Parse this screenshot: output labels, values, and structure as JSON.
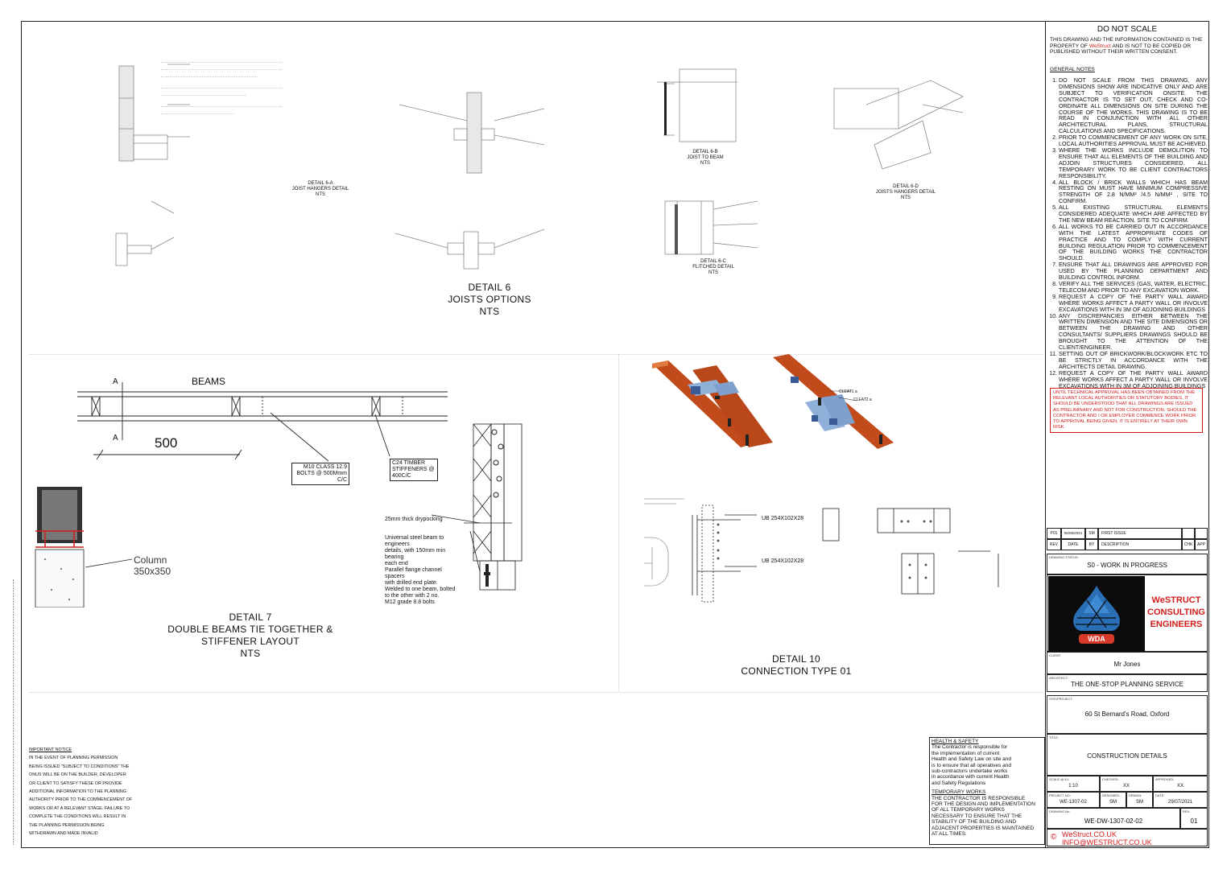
{
  "detail6": {
    "a_title": "DETAIL 6-A",
    "a_sub1": "JOIST HANGERS DETAIL",
    "a_sub2": "NTS",
    "b_title": "DETAIL 6-B",
    "b_sub1": "JOIST TO BEAM",
    "b_sub2": "NTS",
    "c_title": "DETAIL 6-C",
    "c_sub1": "FLITCHED DETAIL",
    "c_sub2": "NTS",
    "d_title": "DETAIL 6-D",
    "d_sub1": "JOISTS HANGERS DETAIL",
    "d_sub2": "NTS",
    "main_title": "DETAIL 6",
    "main_sub1": "JOISTS OPTIONS",
    "main_sub2": "NTS"
  },
  "detail7": {
    "beams_label": "BEAMS",
    "dim": "500",
    "section_a": "A",
    "bolts_note": [
      "M10 CLASS 12.9",
      "BOLTS @ 500Mmm",
      "C/C"
    ],
    "stiffener_note": [
      "C24 TIMBER",
      "STIFFENERS @",
      "400C/C"
    ],
    "column_label": [
      "Column",
      "350x350"
    ],
    "drypack_note": "25mm thick drypocking",
    "beam_note": [
      "Universal steel beam to",
      "engineers",
      "details, with 150mm min",
      "bearing",
      "each end",
      "Parallel flange channel",
      "spacers",
      "with drilled end plate.",
      "Welded to one beam, bolted",
      "to the other with 2 no.",
      "M12 grade 8.8 bolts"
    ],
    "title1": "DETAIL 7",
    "title2": "DOUBLE BEAMS TIE TOGETHER &",
    "title3": "STIFFENER LAYOUT",
    "title4": "NTS"
  },
  "detail10": {
    "cleat_a": "CLEAT1 a",
    "cleat_b": "CLEAT2 a",
    "ub1": "UB 254X102X28",
    "ub2": "UB 254X102X28",
    "title1": "DETAIL 10",
    "title2": "CONNECTION TYPE 01"
  },
  "notes": {
    "do_not_scale": "DO NOT SCALE",
    "property_lines": [
      "THIS DRAWING AND THE INFORMATION CONTAINED IS THE",
      "PROPERTY OF",
      "WeStruct",
      "AND IS NOT TO BE COPIED OR",
      "PUBLISHED WITHOUT THEIR WRITTEN CONSENT."
    ],
    "general_heading": "GENERAL NOTES",
    "general": [
      "DO NOT SCALE FROM THIS DRAWING, ANY DIMENSIONS SHOW ARE INDICATIVE ONLY AND ARE SUBJECT TO VERIFICATION ONSITE. THE CONTRACTOR IS TO SET OUT, CHECK AND CO-ORDINATE ALL DIMENSIONS ON SITE DURING THE COURSE OF THE WORKS. THIS DRAWING IS TO BE READ IN CONJUNCTION WITH ALL OTHER ARCHITECTURAL PLANS, STRUCTURAL CALCULATIONS AND SPECIFICATIONS.",
      "PRIOR TO COMMENCEMENT OF ANY WORK ON SITE, LOCAL AUTHORITIES APPROVAL MUST BE ACHIEVED.",
      "WHERE THE WORKS INCLUDE DEMOLITION TO ENSURE THAT ALL ELEMENTS OF THE BUILDING AND ADJOIN STRUCTURES CONSIDERED. ALL TEMPORARY WORK TO BE CLIENT CONTRACTORS RESPONSIBILITY.",
      "ALL BLOCK / BRICK WALLS WHICH HAS BEAM RESTING ON MUST HAVE MINIMUM COMPRESSIVE STRENGTH OF 2.8 N/MM² /4.5 N/MM² , SITE TO CONFIRM.",
      "ALL EXISTING STRUCTURAL ELEMENTS CONSIDERED ADEQUATE WHICH ARE AFFECTED BY THE NEW BEAM REACTION. SITE TO CONFIRM.",
      "ALL WORKS TO BE CARRIED OUT IN ACCORDANCE WITH THE LATEST APPROPRIATE CODES OF PRACTICE AND TO COMPLY WITH CURRENT BUILDING REGULATION PRIOR TO COMMENCEMENT OF THE BUILDING WORKS THE CONTRACTOR SHOULD.",
      "ENSURE THAT ALL DRAWINGS ARE APPROVED FOR USED BY THE PLANNING DEPARTMENT AND BUILDING CONTROL INFORM.",
      "VERIFY ALL THE SERVICES (GAS, WATER, ELECTRIC, TELECOM AND PRIOR TO ANY EXCAVATION WORK.",
      "REQUEST A COPY OF THE PARTY WALL AWARD WHERE WORKS AFFECT A PARTY WALL OR INVOLVE EXCAVATIONS WITH IN 3M OF ADJOINING BUILDINGS",
      "ANY DISCREPANCIES EITHER BETWEEN THE WRITTEN DIMENSION AND THE SITE DIMENSIONS OR BETWEEN THE DRAWING AND OTHER CONSULTANTS/ SUPPLIERS DRAWINGS SHOULD BE BROUGHT TO THE ATTENTION OF THE CLIENT/ENGINEER.",
      "SETTING OUT OF BRICKWORK/BLOCKWORK ETC TO BE STRICTLY IN ACCORDANCE WITH THE ARCHITECTS DETAIL DRAWING.",
      "REQUEST A COPY OF THE PARTY WALL AWARD WHERE WORKS AFFECT A PARTY WALL OR INVOLVE EXCAVATIONS WITH IN 3M OF ADJOINING BUILDINGS"
    ],
    "red_notice": "UNTIL TECHNICAL APPROVAL HAS BEEN OBTAINED FROM THE RELEVANT LOCAL AUTHORITIES OR STATUTORY BODIES, IT SHOULD BE UNDERSTOOD THAT ALL DRAWINGS ARE ISSUED AS PRELIMINARY AND NOT FOR CONSTRUCTION. SHOULD THE CONTRACTOR AND / OR EMPLOYER COMMENCE WORK PRIOR TO APPROVAL BEING GIVEN, IT IS ENTIRELY AT THEIR OWN RISK."
  },
  "revision": {
    "row": {
      "rev": "P01",
      "date": "06/08/2021",
      "by": "SM",
      "desc": "FIRST ISSUE"
    },
    "headers": {
      "rev": "REV",
      "date": "DATE",
      "by": "BY",
      "desc": "DESCRIPTION",
      "chk": "CHK",
      "app": "APP"
    }
  },
  "titleblock": {
    "status_label": "DRAWING STATUS:",
    "status": "S0 - WORK IN PROGRESS",
    "company": [
      "WeSTRUCT",
      "CONSULTING",
      "ENGINEERS"
    ],
    "logo_text": "WDA",
    "client_label": "CLIENT:",
    "client": "Mr Jones",
    "architect_label": "ARCHITECT:",
    "architect": "THE ONE-STOP PLANNING SERVICE",
    "project_label": "SITE/PROJECT:",
    "project": "60 St Bernard's Road, Oxford",
    "title_label": "TITLE:",
    "title": "CONSTRUCTION DETAILS",
    "scale_label": "SCALE @ A1:",
    "scale": "1:10",
    "checked_label": "CHECKED:",
    "checked": "XX",
    "approved_label": "APPROVED:",
    "approved": "XX",
    "project_no_label": "PROJECT NO:",
    "project_no": "WE-1307-02",
    "designed_label": "DESIGNED:",
    "designed": "SM",
    "drawn_label": "DRAWN:",
    "drawn": "SM",
    "date_label": "DATE:",
    "date": "29/07/2021",
    "drawing_no_label": "DRAWING No.",
    "drawing_no": "WE-DW-1307-02-02",
    "rev_label": "REV:",
    "rev": "01",
    "web": "WeStruct.CO.UK",
    "email": "INFO@WESTRUCT.CO.UK",
    "copyright": "©"
  },
  "health": {
    "heading": "HEALTH & SAFETY",
    "body": [
      "The Contractor is responsible for",
      "the implementation of current",
      "Health and Safety Law on site and",
      "is to ensure that all operatives and",
      "sub-contractors undertake works",
      "in accordance with current Health",
      "and Safety Regulations"
    ],
    "temp_heading": "TEMPORARY WORKS",
    "temp_body": [
      "THE CONTRACTOR IS RESPONSIBLE",
      "FOR THE DESIGN AND IMPLEMENTATION",
      "OF ALL TEMPORARY WORKS",
      "NECESSARY TO ENSURE THAT THE",
      "STABILITY OF THE BUILDING AND",
      "ADJACENT PROPERTIES IS MAINTAINED",
      "AT ALL TIMES."
    ]
  },
  "important": {
    "heading": "IMPORTANT NOTICE",
    "lines": [
      "IN THE EVENT OF PLANNING PERMISSION",
      "BEING ISSUED \"SUBJECT TO CONDITIONS\" THE",
      "ONUS WILL BE ON THE BUILDER, DEVELOPER",
      "OR CLIENT TO SATISFY THESE OR PROVIDE",
      "ADDITIONAL INFORMATION TO THE PLANNING",
      "AUTHORITY PRIOR TO THE COMMENCEMENT OF",
      "WORKS OR AT A RELEVANT STAGE. FAILURE TO",
      "COMPLETE THE CONDITIONS WILL RESULT IN",
      "THE PLANNING PERMISSION BEING",
      "WITHDRAWN AND MADE INVALID"
    ]
  }
}
